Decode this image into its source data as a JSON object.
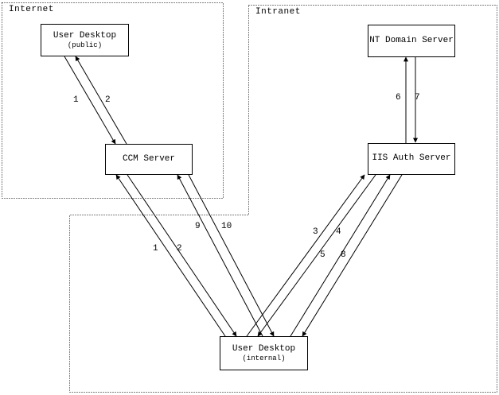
{
  "diagram": {
    "zones": {
      "internet": {
        "label": "Internet"
      },
      "intranet": {
        "label": "Intranet"
      }
    },
    "nodes": {
      "user_desktop_public": {
        "title": "User Desktop",
        "subtitle": "(public)"
      },
      "ccm_server": {
        "title": "CCM Server"
      },
      "nt_domain_server": {
        "title": "NT Domain Server"
      },
      "iis_auth_server": {
        "title": "IIS Auth Server"
      },
      "user_desktop_internal": {
        "title": "User Desktop",
        "subtitle": "(internal)"
      }
    },
    "edges": [
      {
        "label": "1",
        "from": "user_desktop_public",
        "to": "ccm_server"
      },
      {
        "label": "2",
        "from": "ccm_server",
        "to": "user_desktop_public"
      },
      {
        "label": "1",
        "from": "user_desktop_internal",
        "to": "ccm_server"
      },
      {
        "label": "2",
        "from": "ccm_server",
        "to": "user_desktop_internal"
      },
      {
        "label": "9",
        "from": "user_desktop_internal",
        "to": "ccm_server"
      },
      {
        "label": "10",
        "from": "ccm_server",
        "to": "user_desktop_internal"
      },
      {
        "label": "3",
        "from": "user_desktop_internal",
        "to": "iis_auth_server"
      },
      {
        "label": "4",
        "from": "iis_auth_server",
        "to": "user_desktop_internal"
      },
      {
        "label": "5",
        "from": "user_desktop_internal",
        "to": "iis_auth_server"
      },
      {
        "label": "8",
        "from": "iis_auth_server",
        "to": "user_desktop_internal"
      },
      {
        "label": "6",
        "from": "iis_auth_server",
        "to": "nt_domain_server"
      },
      {
        "label": "7",
        "from": "nt_domain_server",
        "to": "iis_auth_server"
      }
    ],
    "colors": {
      "line": "#000000",
      "background": "#ffffff"
    }
  }
}
